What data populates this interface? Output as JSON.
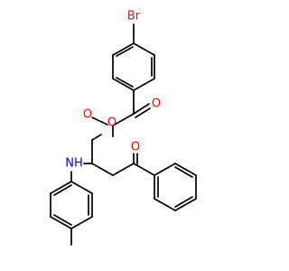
{
  "colors": {
    "bond": "#000000",
    "oxygen": "#ff0000",
    "nitrogen": "#0000ff",
    "bromine": "#a52a2a",
    "background": "#ffffff"
  },
  "atoms": {
    "br": "Br",
    "o_ketone_top": "O",
    "o_ester": "O",
    "o_carbonyl": "O",
    "o_ketone_bottom": "O",
    "nh": "NH"
  }
}
